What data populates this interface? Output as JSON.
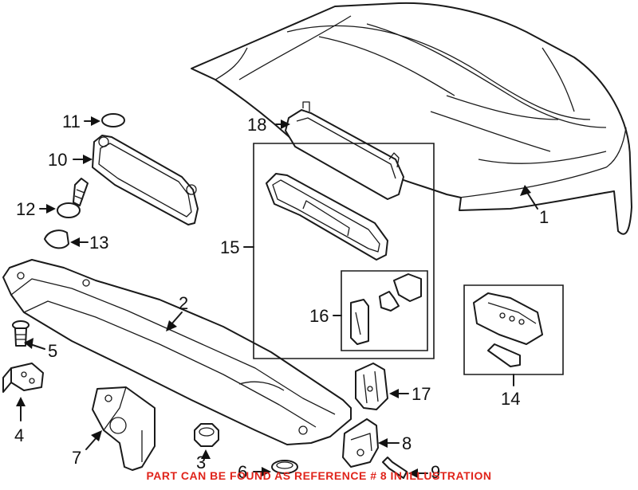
{
  "diagram": {
    "callouts": [
      "1",
      "2",
      "5",
      "4",
      "7",
      "3",
      "6",
      "8",
      "9",
      "10",
      "11",
      "12",
      "13",
      "14",
      "15",
      "16",
      "17",
      "18"
    ]
  },
  "footer": {
    "note": "PART CAN BE FOUND AS REFERENCE # 8 IN ILLUSTRATION"
  },
  "colors": {
    "footer_text": "#e0241b",
    "line": "#1a1a1a"
  }
}
